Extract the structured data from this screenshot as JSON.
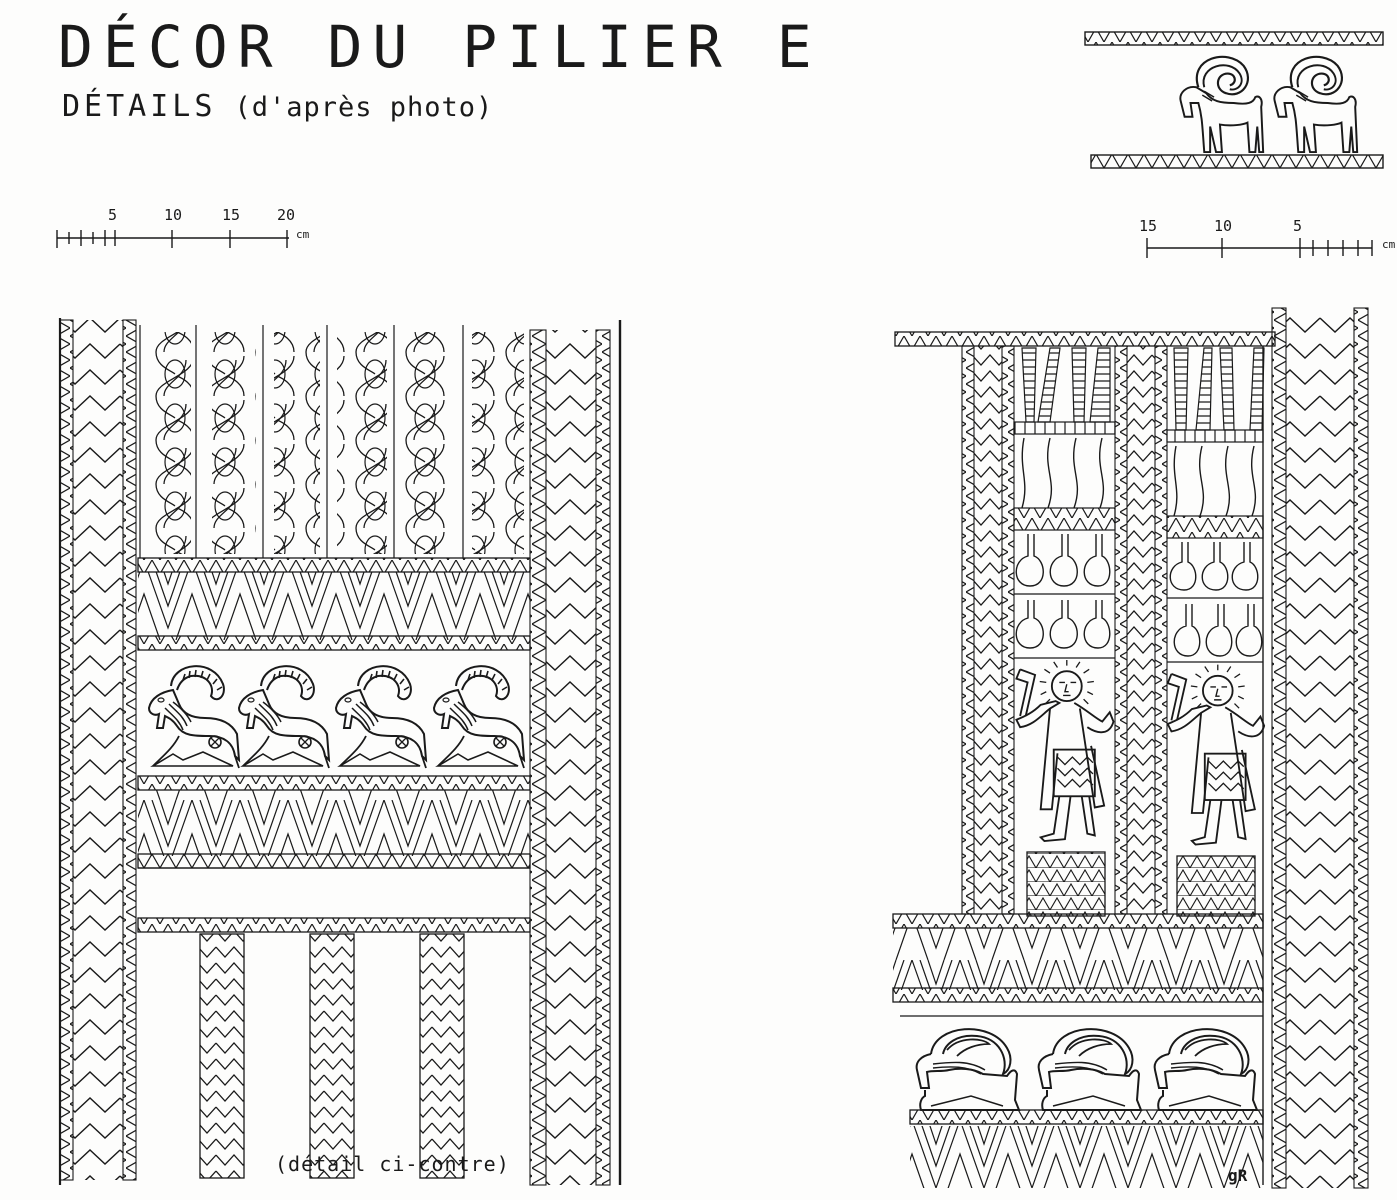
{
  "header": {
    "title": "DÉCOR DU PILIER E",
    "subtitle": "DÉTAILS",
    "subtitle_note": "(d'après photo)"
  },
  "scale_left": {
    "labels": [
      "5",
      "10",
      "15",
      "20"
    ],
    "unit": "cm"
  },
  "scale_right": {
    "labels": [
      "15",
      "10",
      "5"
    ],
    "unit": "cm"
  },
  "inset": {
    "description": "frieze of two standing ibexes with spiral horns between triangle bands",
    "animal_count": 2
  },
  "left_panel": {
    "cable_columns": 6,
    "ibex_count": 4,
    "lower_strips": 3,
    "caption": "(détail ci-contre)"
  },
  "right_panel": {
    "figure_count": 2,
    "ibex_count": 3,
    "signature": "gR"
  },
  "colors": {
    "ink": "#1a1a1a",
    "paper": "#fdfdfc"
  }
}
